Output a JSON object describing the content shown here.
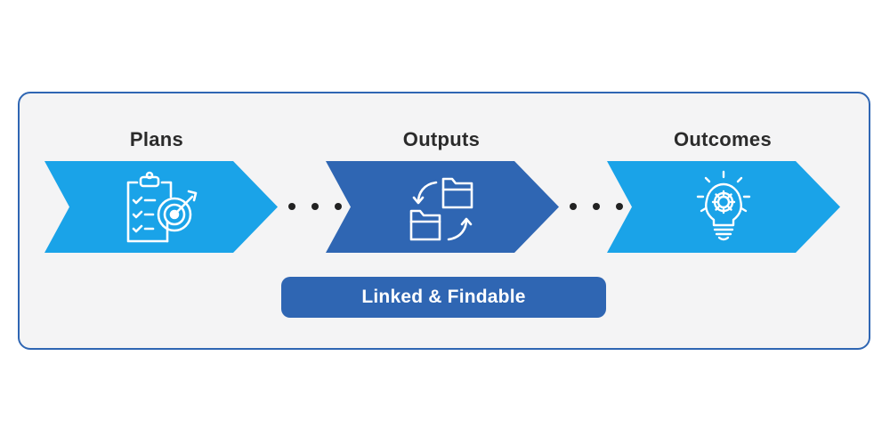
{
  "stages": [
    {
      "title": "Plans",
      "icon": "clipboard-target-icon",
      "color": "#1aa3e8"
    },
    {
      "title": "Outputs",
      "icon": "folders-sync-icon",
      "color": "#2f66b3"
    },
    {
      "title": "Outcomes",
      "icon": "lightbulb-gear-icon",
      "color": "#1aa3e8"
    }
  ],
  "badge": {
    "label": "Linked & Findable",
    "color": "#2f66b3"
  },
  "colors": {
    "panel_border": "#2f66b3",
    "panel_bg": "#f4f4f5",
    "light_blue": "#1aa3e8",
    "dark_blue": "#2f66b3"
  }
}
